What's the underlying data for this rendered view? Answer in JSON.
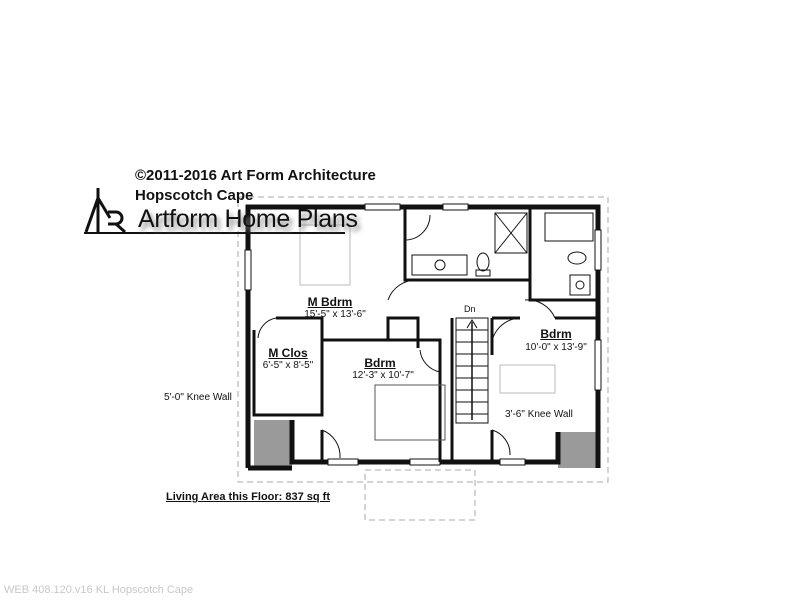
{
  "header": {
    "copyright": "©2011-2016 Art Form Architecture",
    "plan_name": "Hopscotch Cape",
    "logo_text": "Artform Home Plans",
    "logo_mark": "AHR"
  },
  "rooms": [
    {
      "name": "M Bdrm",
      "dims": "15'-5\" x 13'-6\""
    },
    {
      "name": "M Clos",
      "dims": "6'-5\" x 8'-5\""
    },
    {
      "name": "Bdrm",
      "dims": "12'-3\" x 10'-7\""
    },
    {
      "name": "Bdrm",
      "dims": "10'-0\" x 13'-9\""
    }
  ],
  "stair_label": "Dn",
  "notes": {
    "knee_wall_left": "5'-0\" Knee Wall",
    "knee_wall_right": "3'-6\" Knee Wall"
  },
  "living_area": "Living Area this Floor: 837 sq ft",
  "footer": "WEB 408.120.v16 KL Hopscotch Cape"
}
